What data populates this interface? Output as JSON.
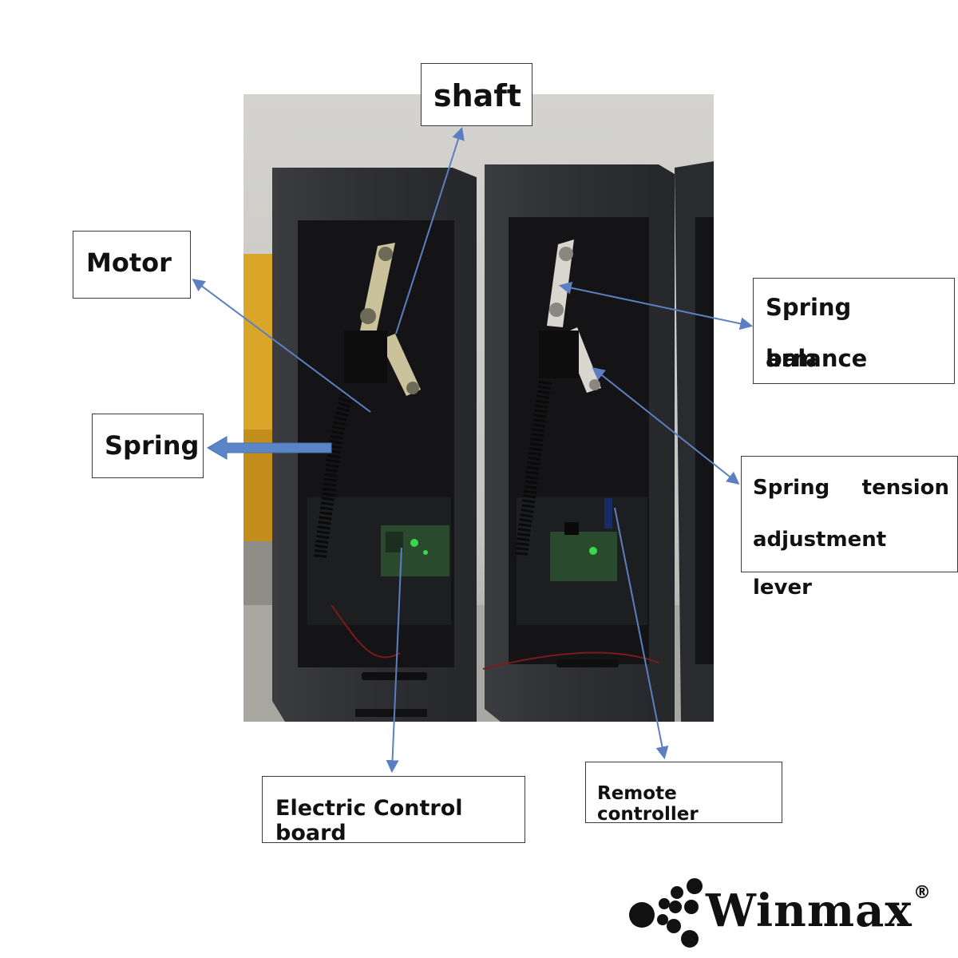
{
  "labels": {
    "shaft": "shaft",
    "motor": "Motor",
    "spring": "Spring",
    "spring_balance_arm_line1": "Spring balance",
    "spring_balance_arm_line2": "arm",
    "spring_tension_word1": "Spring",
    "spring_tension_word2": "tension",
    "spring_tension_line2": "adjustment lever",
    "electric_control_board": "Electric Control board",
    "remote_controller": "Remote controller"
  },
  "brand": {
    "name": "Winmax",
    "registered": "®"
  },
  "colors": {
    "arrow": "#5b7fc0",
    "spring_arrow": "#5a86c8",
    "cabinet": "#2e2f33",
    "cabinet_edge": "#4a4b50",
    "wall": "#c9c8c3",
    "floor": "#a9a7a2",
    "arm": "#c9c29a",
    "board": "#2a4a2e",
    "led": "#36d94a"
  }
}
